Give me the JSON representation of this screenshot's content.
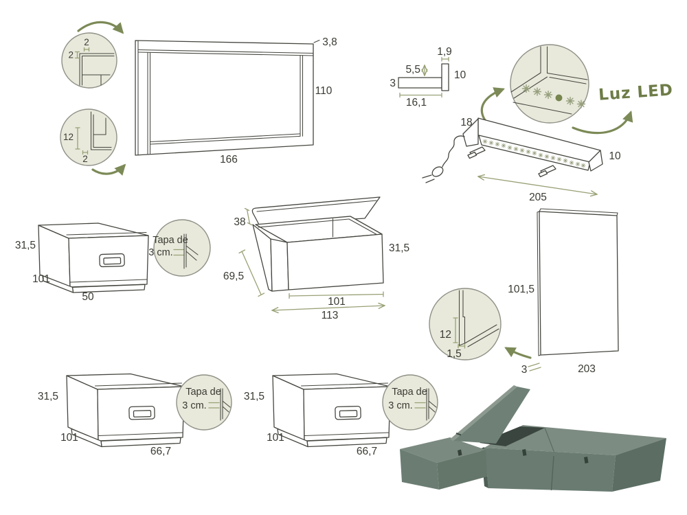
{
  "palette": {
    "background": "#ffffff",
    "line": "#45453f",
    "text": "#3a3a33",
    "accent_olive": "#7c8a57",
    "measure_olive": "#98a175",
    "luz_led_green": "#6e7c47",
    "detail_circle_fill": "#e8e9db",
    "detail_circle_stroke": "#8f9086",
    "bed_top": "#7d8c82",
    "bed_front": "#6a7c72",
    "bed_side": "#5c6e64",
    "bed_opening": "#39453e"
  },
  "headboard": {
    "width": "166",
    "height": "110",
    "thickness": "3,8",
    "detail_top": {
      "dim_a": "2",
      "dim_b": "2"
    },
    "detail_bottom": {
      "dim_a": "12",
      "dim_b": "2"
    }
  },
  "led": {
    "label": "Luz LED",
    "profile": {
      "thickness": "3",
      "offset": "5,5",
      "lip": "1,9",
      "height": "10",
      "length": "16,1"
    },
    "bar": {
      "height": "18",
      "depth": "10",
      "length": "205"
    }
  },
  "drawer_small": {
    "height": "31,5",
    "depth": "101",
    "width": "50"
  },
  "open_base": {
    "lid": "38",
    "depth": "69,5",
    "height": "31,5",
    "inner_width": "101",
    "total_width": "113"
  },
  "back_panel": {
    "height": "101,5",
    "width": "203",
    "thickness": "3",
    "detail": {
      "dim_a": "12",
      "dim_b": "1,5"
    }
  },
  "drawer_wide": {
    "height": "31,5",
    "depth": "101",
    "width": "66,7"
  },
  "lid_note": {
    "line1": "Tapa de",
    "line2": "3 cm."
  }
}
